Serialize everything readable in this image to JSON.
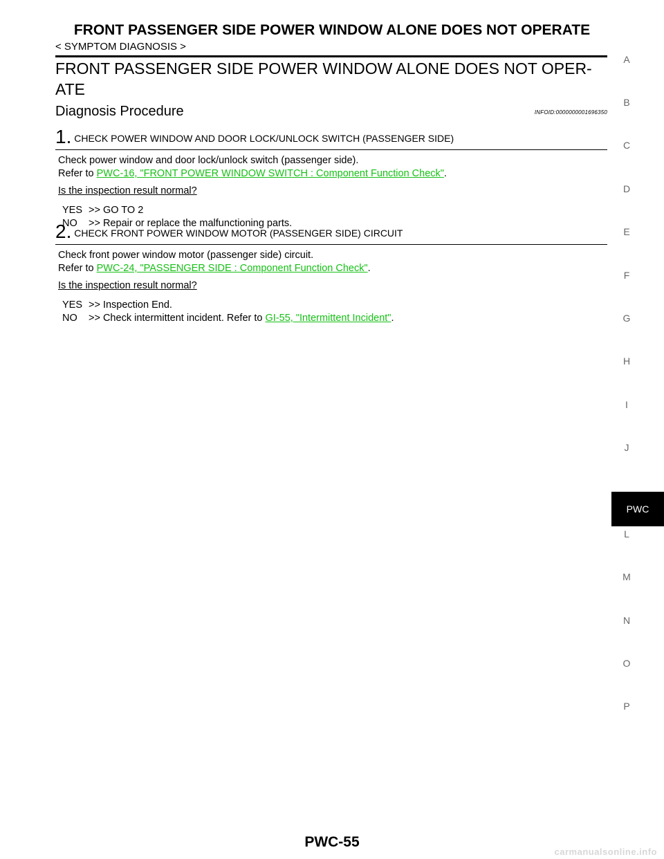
{
  "header": {
    "title": "FRONT PASSENGER SIDE POWER WINDOW ALONE DOES NOT OPERATE",
    "breadcrumb": "< SYMPTOM DIAGNOSIS >"
  },
  "section_title": "FRONT PASSENGER SIDE POWER WINDOW ALONE DOES NOT OPER-ATE",
  "section_title_lines": [
    "FRONT PASSENGER SIDE POWER WINDOW ALONE DOES NOT OPER-",
    "ATE"
  ],
  "procedure": {
    "title": "Diagnosis Procedure",
    "infoid": "INFOID:0000000001696350"
  },
  "steps": [
    {
      "number": "1.",
      "heading": "CHECK POWER WINDOW AND DOOR LOCK/UNLOCK SWITCH (PASSENGER SIDE)",
      "instruction": "Check power window and door lock/unlock switch (passenger side).",
      "refer_prefix": "Refer to ",
      "refer_link": "PWC-16, \"FRONT POWER WINDOW SWITCH : Component Function Check\"",
      "refer_suffix": ".",
      "question": "Is the inspection result normal?",
      "yes_key": "YES",
      "yes_text": ">> GO TO 2",
      "no_key": "NO",
      "no_text": ">> Repair or replace the malfunctioning parts."
    },
    {
      "number": "2.",
      "heading": "CHECK FRONT POWER WINDOW MOTOR (PASSENGER SIDE) CIRCUIT",
      "instruction": "Check front power window motor (passenger side) circuit.",
      "refer_prefix": "Refer to ",
      "refer_link": "PWC-24, \"PASSENGER SIDE : Component Function Check\"",
      "refer_suffix": ".",
      "question": "Is the inspection result normal?",
      "yes_key": "YES",
      "yes_text": ">> Inspection End.",
      "no_key": "NO",
      "no_text": ">> Check intermittent incident. Refer to ",
      "no_link": "GI-55, \"Intermittent Incident\"",
      "no_suffix": "."
    }
  ],
  "side_index": {
    "letters": [
      "A",
      "B",
      "C",
      "D",
      "E",
      "F",
      "G",
      "H",
      "I",
      "J",
      "L",
      "M",
      "N",
      "O",
      "P"
    ],
    "active_tab": "PWC"
  },
  "page_number": "PWC-55",
  "watermark": "carmanualsonline.info",
  "colors": {
    "link": "#16c016",
    "tab_bg": "#000000",
    "side_letter": "#666666"
  }
}
